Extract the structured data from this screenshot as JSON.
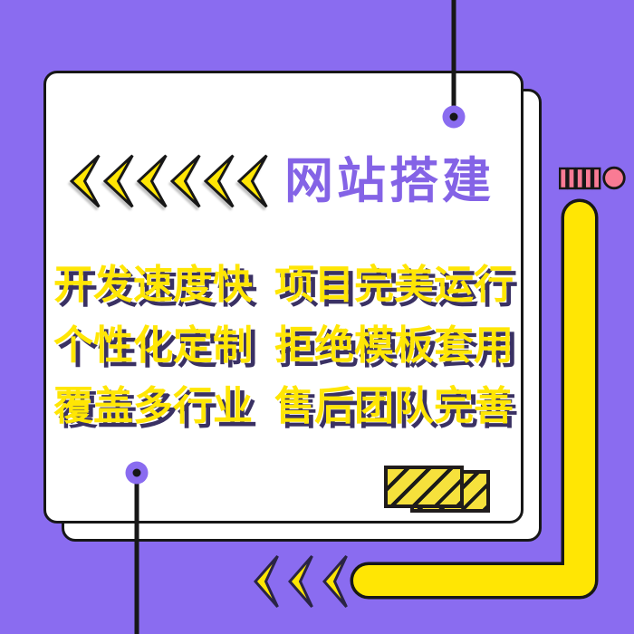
{
  "poster": {
    "title": "网站搭建",
    "features": [
      {
        "left": "开发速度快",
        "right": "项目完美运行"
      },
      {
        "left": "个性化定制",
        "right": "拒绝模板套用"
      },
      {
        "left": "覆盖多行业",
        "right": "售后团队完善"
      }
    ],
    "header_chevron_count": 6,
    "footer_chevron_count": 3
  },
  "colors": {
    "background": "#8A6CF0",
    "card": "#FFFFFF",
    "outline": "#171717",
    "title_purple": "#8463E6",
    "accent_yellow": "#FFE604",
    "feature_shadow": "#3A3163",
    "stripe_yellow": "#F6E13C",
    "pink": "#F97B94"
  }
}
